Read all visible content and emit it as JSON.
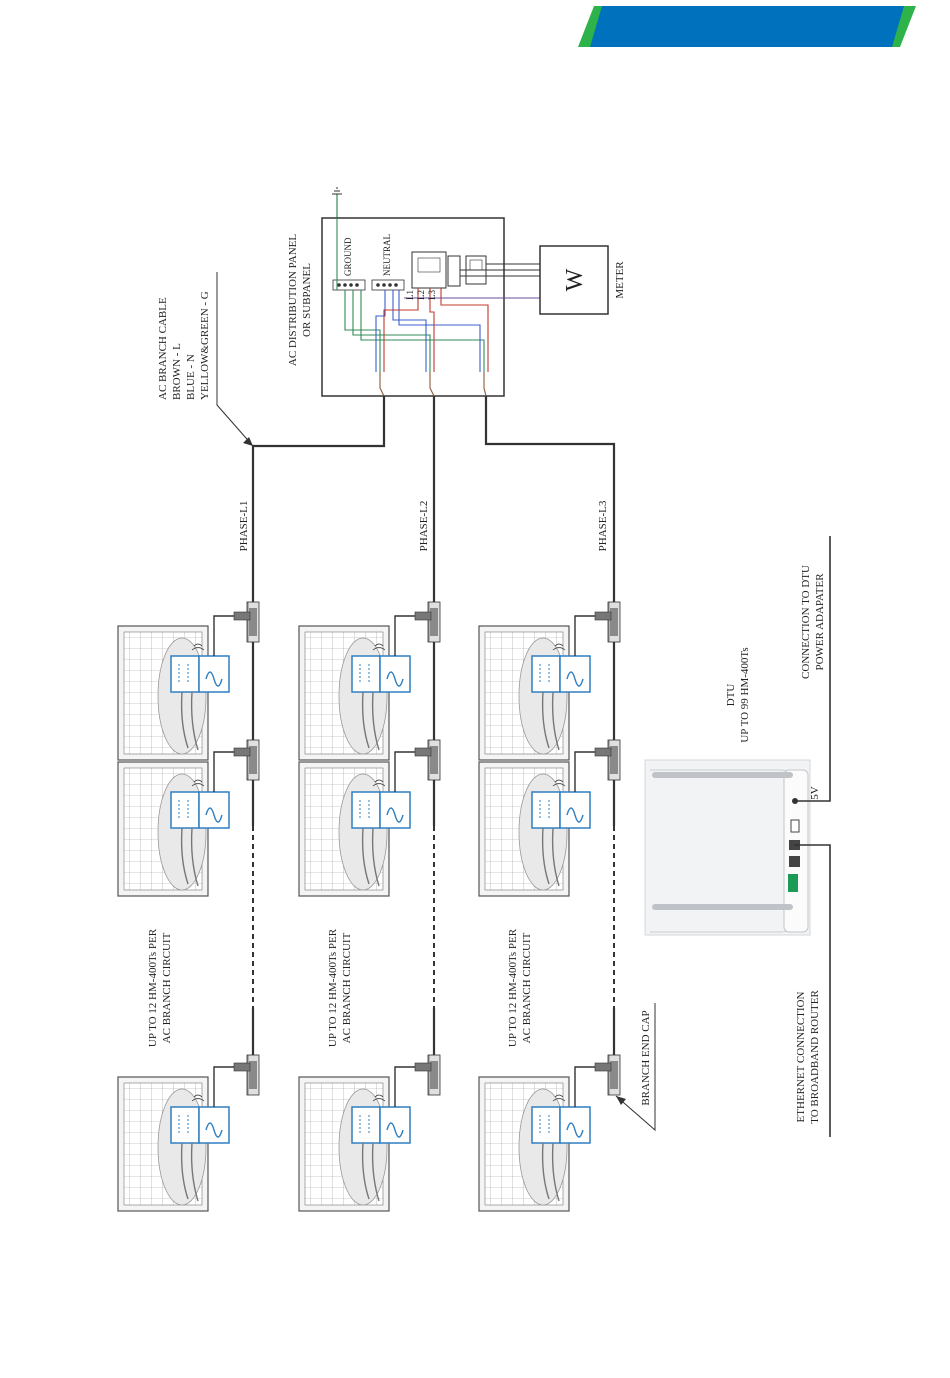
{
  "header": {
    "band_color": "#0071BC",
    "stripe_color": "#2DB34A"
  },
  "labels": {
    "ac_branch_cable": [
      "AC BRANCH CABLE",
      "BROWN - L",
      "BLUE - N",
      "YELLOW&GREEN - G"
    ],
    "distribution_panel": [
      "AC DISTRIBUTION PANEL",
      "OR SUBPANEL"
    ],
    "ground": "GROUND",
    "neutral": "NEUTRAL",
    "l1": "L1",
    "l2": "L2",
    "l3": "L3",
    "meter_symbol": "W",
    "meter": "METER",
    "phases": [
      "PHASE-L1",
      "PHASE-L2",
      "PHASE-L3"
    ],
    "branch_circuit": [
      "UP TO 12 HM-400Ts PER",
      "AC BRANCH CIRCUIT"
    ],
    "branch_end_cap": "BRANCH END CAP",
    "dtu": [
      "DTU",
      "UP TO 99 HM-400Ts"
    ],
    "dtu_power": [
      "CONNECTION TO DTU",
      "POWER ADAPATER"
    ],
    "ethernet": [
      "ETHERNET CONNECTION",
      "TO BROADBAND ROUTER"
    ],
    "power_5v": "5V"
  },
  "colors": {
    "wire_brown": "#8B5A3C",
    "wire_blue": "#3A5FCD",
    "wire_green": "#2E8B57",
    "wire_red": "#C0392B",
    "wire_purple": "#6A4C9C",
    "inverter_blue": "#2F7FC1"
  }
}
